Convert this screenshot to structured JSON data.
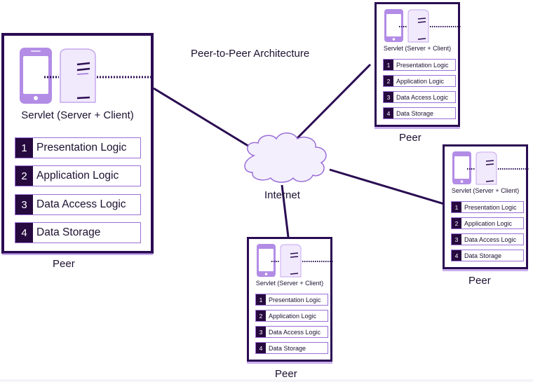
{
  "diagram": {
    "title": "Peer-to-Peer Architecture",
    "network_label": "Internet",
    "colors": {
      "frame": "#2a0c52",
      "line": "#2a0c52",
      "accent": "#9a6fd6",
      "number_bg": "#26093f",
      "cloud_fill": "#f3effd",
      "device_fill": "#b38ce6"
    },
    "peers": [
      {
        "id": "peer-left",
        "caption": "Peer",
        "servlet_label": "Servlet (Server + Client)",
        "layers": [
          {
            "num": "1",
            "label": "Presentation Logic"
          },
          {
            "num": "2",
            "label": "Application Logic"
          },
          {
            "num": "3",
            "label": "Data Access Logic"
          },
          {
            "num": "4",
            "label": "Data Storage"
          }
        ]
      },
      {
        "id": "peer-top-right",
        "caption": "Peer",
        "servlet_label": "Servlet (Server + Client)",
        "layers": [
          {
            "num": "1",
            "label": "Presentation Logic"
          },
          {
            "num": "2",
            "label": "Application Logic"
          },
          {
            "num": "3",
            "label": "Data Access Logic"
          },
          {
            "num": "4",
            "label": "Data Storage"
          }
        ]
      },
      {
        "id": "peer-right",
        "caption": "Peer",
        "servlet_label": "Servlet (Server + Client)",
        "layers": [
          {
            "num": "1",
            "label": "Presentation Logic"
          },
          {
            "num": "2",
            "label": "Application Logic"
          },
          {
            "num": "3",
            "label": "Data Access Logic"
          },
          {
            "num": "4",
            "label": "Data Storage"
          }
        ]
      },
      {
        "id": "peer-bottom",
        "caption": "Peer",
        "servlet_label": "Servlet (Server + Client)",
        "layers": [
          {
            "num": "1",
            "label": "Presentation Logic"
          },
          {
            "num": "2",
            "label": "Application Logic"
          },
          {
            "num": "3",
            "label": "Data Access Logic"
          },
          {
            "num": "4",
            "label": "Data Storage"
          }
        ]
      }
    ],
    "connections": [
      {
        "from": "peer-left",
        "to": "internet"
      },
      {
        "from": "peer-top-right",
        "to": "internet"
      },
      {
        "from": "peer-right",
        "to": "internet"
      },
      {
        "from": "peer-bottom",
        "to": "internet"
      }
    ]
  }
}
